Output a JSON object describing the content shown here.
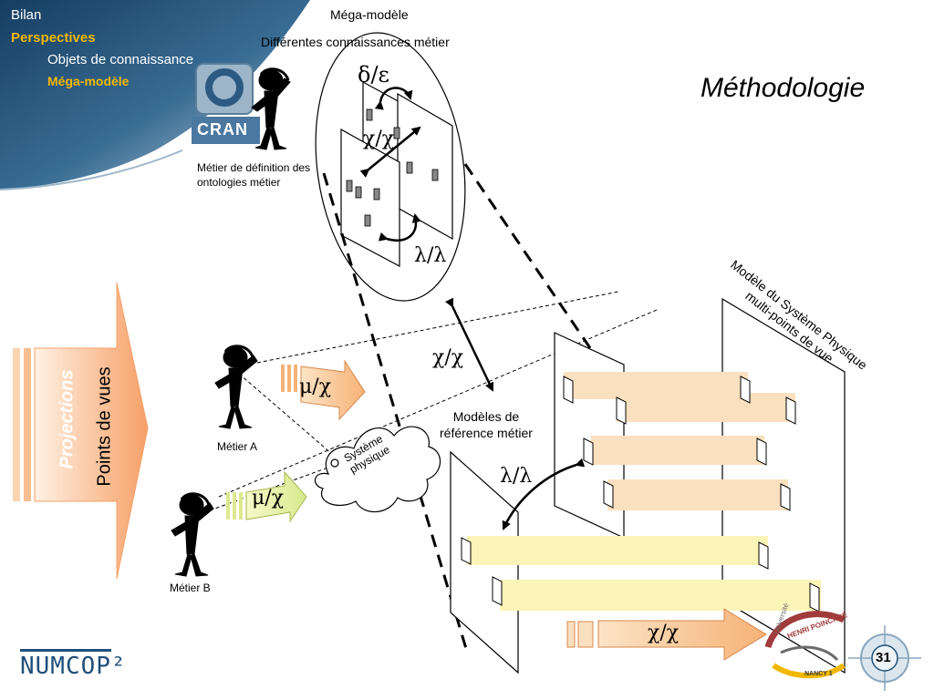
{
  "nav": {
    "items": [
      "Bilan",
      "Perspectives",
      "Objets de connaissance",
      "Méga-modèle"
    ],
    "active": "Méga-modèle"
  },
  "header": {
    "logo_text": "CRAN",
    "title": "Méthodologie",
    "top_label": "Méga-modèle",
    "subtitle": "Différentes connaissances métier"
  },
  "actors": {
    "ontology": "Métier de définition des ontologies métier",
    "a": "Métier A",
    "b": "Métier B"
  },
  "left_band": {
    "label_bold": "Projections",
    "label": "Points de vues"
  },
  "relations": {
    "delta_eps": "δ/ε",
    "chi_chi_top": "χ/χ",
    "lambda_top": "λ/λ",
    "chi_chi_mid": "χ/χ",
    "lambda_mid": "λ/λ",
    "mu_chi_a": "μ/χ",
    "mu_chi_b": "μ/χ",
    "chi_chi_bottom": "χ/χ"
  },
  "labels": {
    "system_line1": "Système",
    "system_line2": "physique",
    "ref_models_line1": "Modèles de",
    "ref_models_line2": "référence métier",
    "multi_model_line1": "Modèle du Système Physique",
    "multi_model_line2": "multi-points de vue"
  },
  "footer": {
    "brand": "NUMCOP²",
    "stamp_line1": "Université",
    "stamp_line2": "HENRI POINCARÉ",
    "stamp_line3": "NANCY 1",
    "page_number": "31"
  },
  "colors": {
    "orange_band": "#f5a26b",
    "orange_light": "#fbe0bf",
    "yellow_light": "#fbf5b8",
    "gold": "#f2b800",
    "banner_blue": "#1f4f7a"
  }
}
